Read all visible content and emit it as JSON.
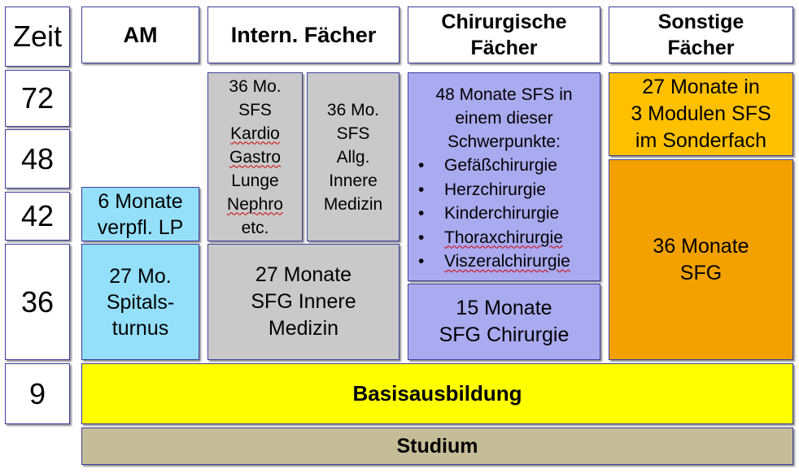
{
  "time_column": {
    "header": "Zeit",
    "values": [
      "72",
      "48",
      "42",
      "36",
      "9"
    ]
  },
  "columns": {
    "am": "AM",
    "intern": "Intern. Fächer",
    "chir": [
      "Chirurgische",
      "Fächer"
    ],
    "sonst": [
      "Sonstige",
      "Fächer"
    ]
  },
  "am_blocks": {
    "lp": [
      "6 Monate",
      "verpfl. LP"
    ],
    "turnus": [
      "27 Mo.",
      "Spitals-",
      "turnus"
    ]
  },
  "intern_blocks": {
    "sfs_spec": [
      "36 Mo.",
      "SFS",
      "Kardio",
      "Gastro",
      "Lunge",
      "Nephro",
      "etc."
    ],
    "sfs_allg": [
      "36 Mo.",
      "SFS",
      "Allg.",
      "Innere",
      "Medizin"
    ],
    "sfg": [
      "27 Monate",
      "SFG Innere",
      "Medizin"
    ]
  },
  "chir_blocks": {
    "sfs_intro": [
      "48 Monate SFS in",
      "einem dieser",
      "Schwerpunkte:"
    ],
    "sfs_items": [
      "Gefäßchirurgie",
      "Herzchirurgie",
      "Kinderchirurgie",
      "Thoraxchirurgie",
      "Viszeralchirurgie"
    ],
    "sfg": [
      "15 Monate",
      "SFG Chirurgie"
    ]
  },
  "sonst_blocks": {
    "sfs": [
      "27 Monate in",
      "3 Modulen SFS",
      "im Sonderfach"
    ],
    "sfg": [
      "36 Monate",
      "SFG"
    ]
  },
  "basis": "Basisausbildung",
  "studium": "Studium",
  "colors": {
    "border": "#3f3f9f",
    "am_blue": "#94e0fb",
    "intern_grey": "#c9c9c9",
    "chir_lavender": "#aaaaf0",
    "sonst_orange_top": "#ffc000",
    "sonst_orange": "#f2a100",
    "basis_yellow": "#ffff00",
    "studium_olive": "#c4bd97"
  }
}
